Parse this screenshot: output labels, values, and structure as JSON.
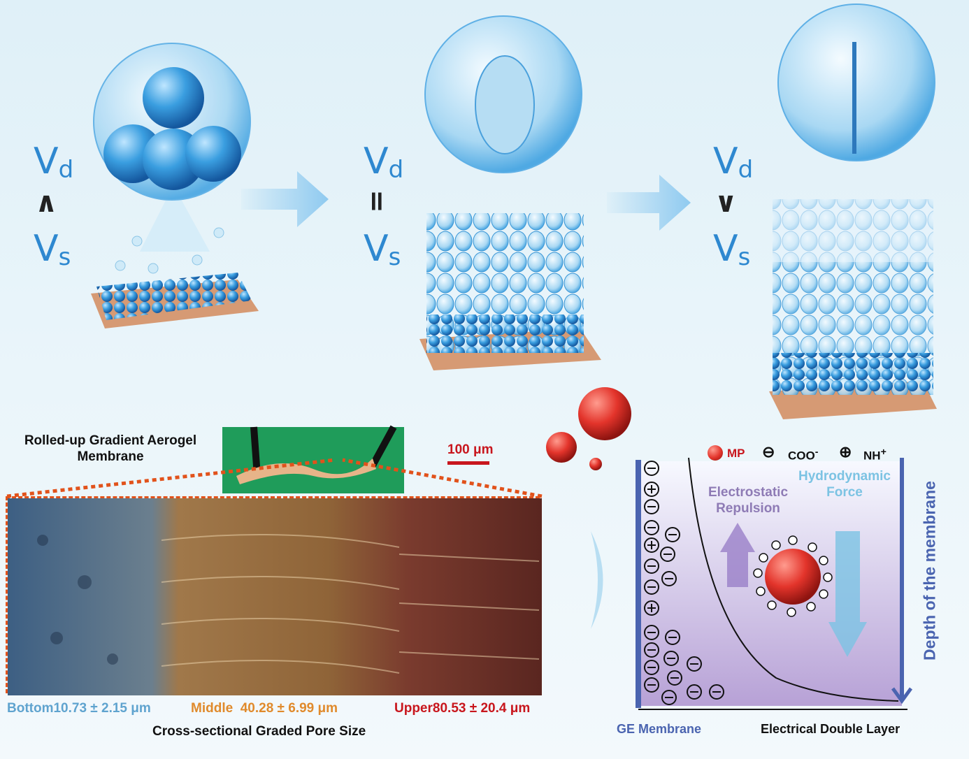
{
  "stages": [
    {
      "vd": "V",
      "vd_sub": "d",
      "relation": "∧",
      "vs": "V",
      "vs_sub": "s"
    },
    {
      "vd": "V",
      "vd_sub": "d",
      "relation": "=",
      "vs": "V",
      "vs_sub": "s"
    },
    {
      "vd": "V",
      "vd_sub": "d",
      "relation": "∨",
      "vs": "V",
      "vs_sub": "s"
    }
  ],
  "membrane_photo_label": "Rolled-up Gradient Aerogel Membrane",
  "scale_bar": "100 μm",
  "pore_sizes": {
    "bottom_label": "Bottom",
    "bottom_value": "10.73 ± 2.15 μm",
    "middle_label": "Middle",
    "middle_value": "40.28 ± 6.99 μm",
    "upper_label": "Upper",
    "upper_value": "80.53 ± 20.4 μm",
    "caption": "Cross-sectional Graded Pore Size"
  },
  "mechanism": {
    "legend": {
      "mp": "MP",
      "coo": "COO",
      "coo_sup": "-",
      "nh": "NH",
      "nh_sup": "+"
    },
    "electrostatic": "Electrostatic Repulsion",
    "hydrodynamic": "Hydrodynamic Force",
    "y_axis": "Depth of the membrane",
    "x_left": "GE Membrane",
    "x_right": "Electrical Double Layer"
  },
  "colors": {
    "blue": "#2e88d0",
    "bottom": "#5fa3cf",
    "middle": "#e08a2c",
    "upper": "#c8161d",
    "purple": "#8e7bb5",
    "light_blue": "#7cc3e3",
    "axis": "#4a64b0"
  }
}
